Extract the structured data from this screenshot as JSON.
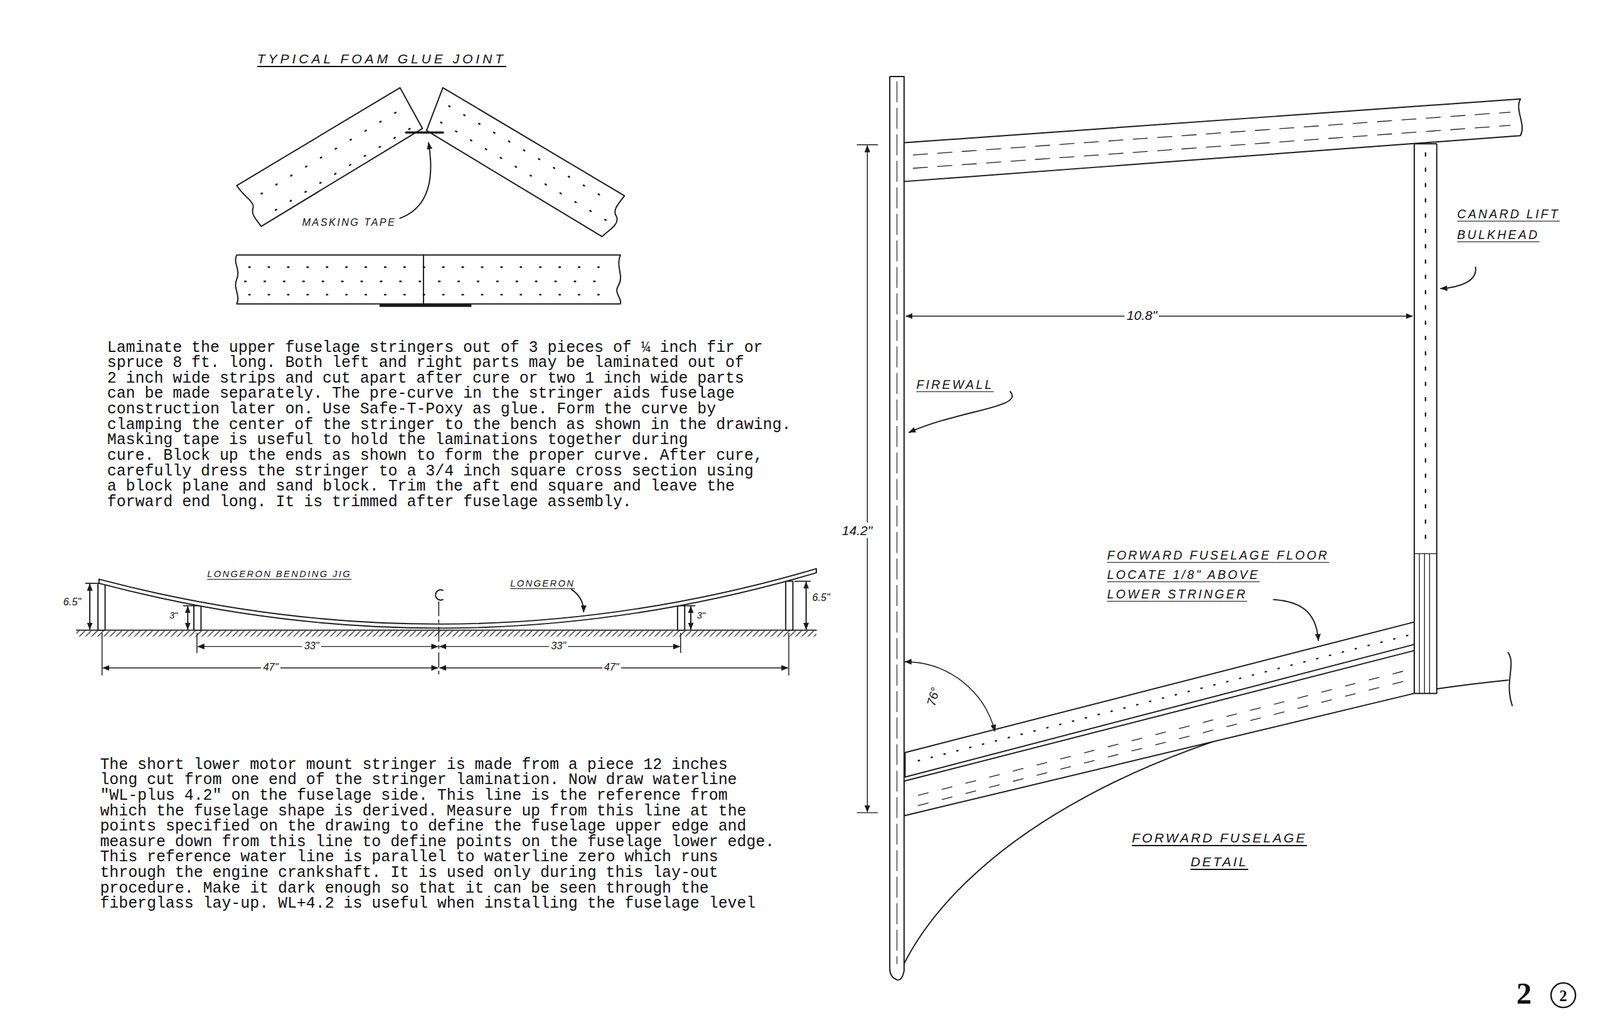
{
  "diagram": {
    "labels": [
      "TYPICAL FOAM GLUE JOINT",
      "MASKING TAPE",
      "Laminate the upper fuselage stringers out of 3 pieces of ¼ inch fir or spruce 8 ft. long. Both left and right parts may be laminated out of 2 inch wide strips and cut apart after cure or two 1 inch wide parts can be made separately. The pre-curve in the stringer aids fuselage construction later on. Use Safe-T-Poxy as glue. Form the curve by clamping the center of the stringer to the bench as shown in the drawing. Masking tape is useful to hold the laminations together during cure. Block up the ends as shown to form the proper curve. After cure, carefully dress the stringer to a 3/4 inch square cross section using a block plane and sand block. Trim the aft end square and leave the forward end long. It is trimmed after fuselage assembly.",
      "LONGERON BENDING JIG",
      "LONGERON",
      "6.5\"",
      "6.5\"",
      "3\"",
      "3\"",
      "33\"",
      "33\"",
      "47\"",
      "47\"",
      "The short lower motor mount stringer is made from a piece 12 inches long cut from one end of the stringer lamination. Now draw waterline \"WL-plus 4.2\" on the fuselage side. This line is the reference from which the fuselage shape is derived. Measure up from this line at the points specified on the drawing to define the fuselage upper edge and measure down from this line to define points on the fuselage lower edge. This reference water line is parallel to waterline zero which runs through the engine crankshaft. It is used only during this lay-out procedure. Make it dark enough so that it can be seen through the fiberglass lay-up. WL+4.2 is useful when installing the fuselage level",
      "10.8\"",
      "14.2\"",
      "FIREWALL",
      "CANARD LIFT BULKHEAD",
      "FORWARD FUSELAGE FLOOR LOCATE 1/8\" ABOVE LOWER STRINGER",
      "76°",
      "FORWARD FUSELAGE DETAIL",
      "2",
      "2"
    ]
  }
}
